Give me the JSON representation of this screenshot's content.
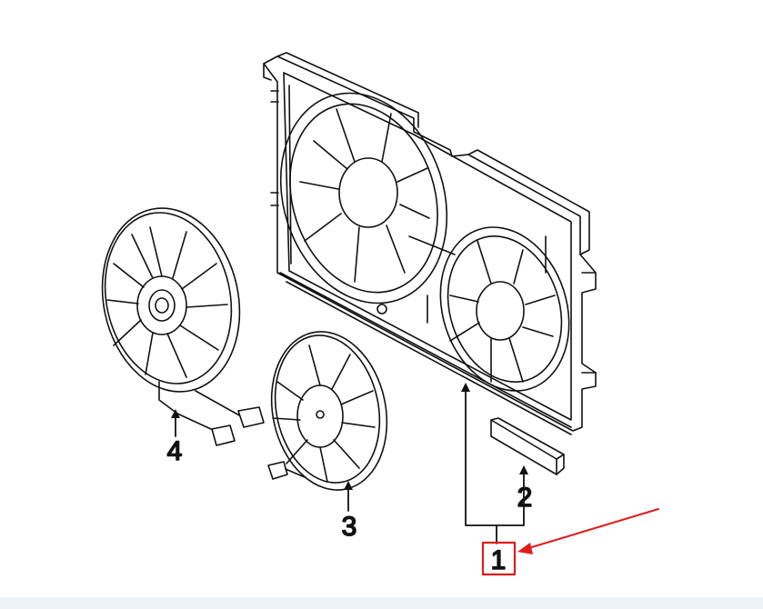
{
  "callouts": {
    "part_1": "1",
    "part_2": "2",
    "part_3": "3",
    "part_4": "4"
  },
  "colors": {
    "line": "#111111",
    "highlight": "#e01b1b",
    "background": "#ffffff",
    "strip": "#eef3f7"
  }
}
